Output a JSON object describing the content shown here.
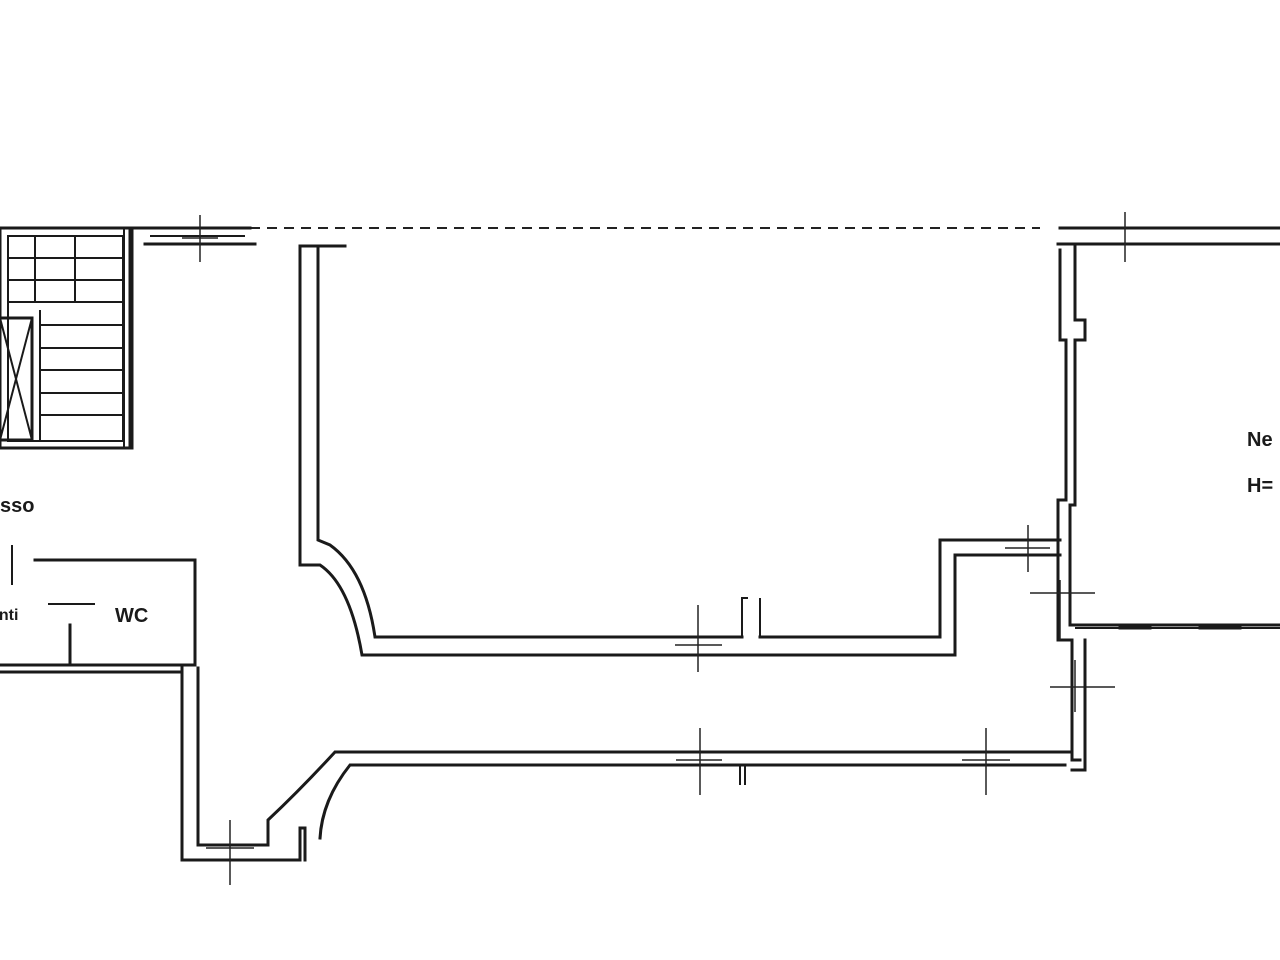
{
  "labels": {
    "room_left_partial": "sso",
    "wc": "WC",
    "room_left_small": "anti",
    "room_right_line1": "Ne",
    "room_right_line2": "H="
  }
}
